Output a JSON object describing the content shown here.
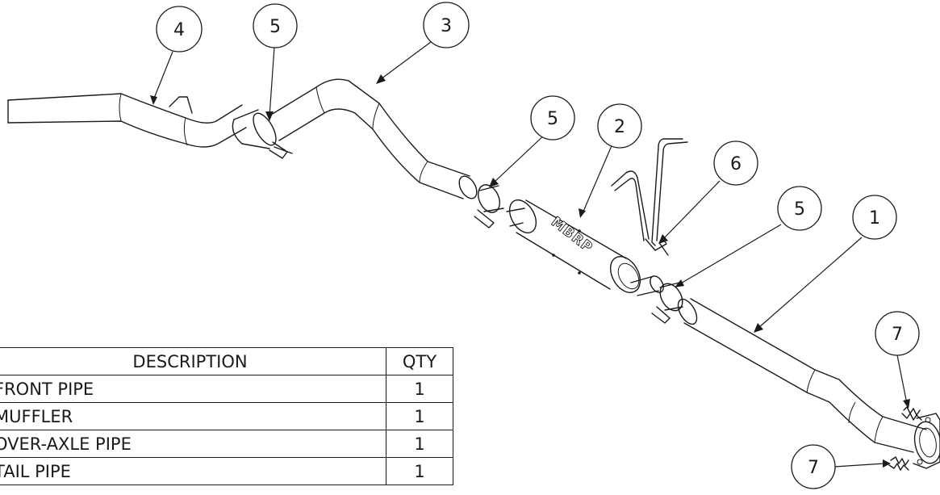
{
  "bom": {
    "headers": {
      "description": "DESCRIPTION",
      "qty": "QTY"
    },
    "rows": [
      {
        "description": "FRONT PIPE",
        "qty": "1"
      },
      {
        "description": "MUFFLER",
        "qty": "1"
      },
      {
        "description": "OVER-AXLE PIPE",
        "qty": "1"
      },
      {
        "description": "TAIL PIPE",
        "qty": "1"
      }
    ]
  },
  "callouts": {
    "front_pipe": "1",
    "muffler": "2",
    "over_axle_pipe": "3",
    "tail_pipe": "4",
    "clamp_a": "5",
    "clamp_b": "5",
    "clamp_c": "5",
    "hanger": "6",
    "spring_bolt_upper": "7",
    "spring_bolt_lower": "7"
  },
  "muffler_logo": "MBRP"
}
